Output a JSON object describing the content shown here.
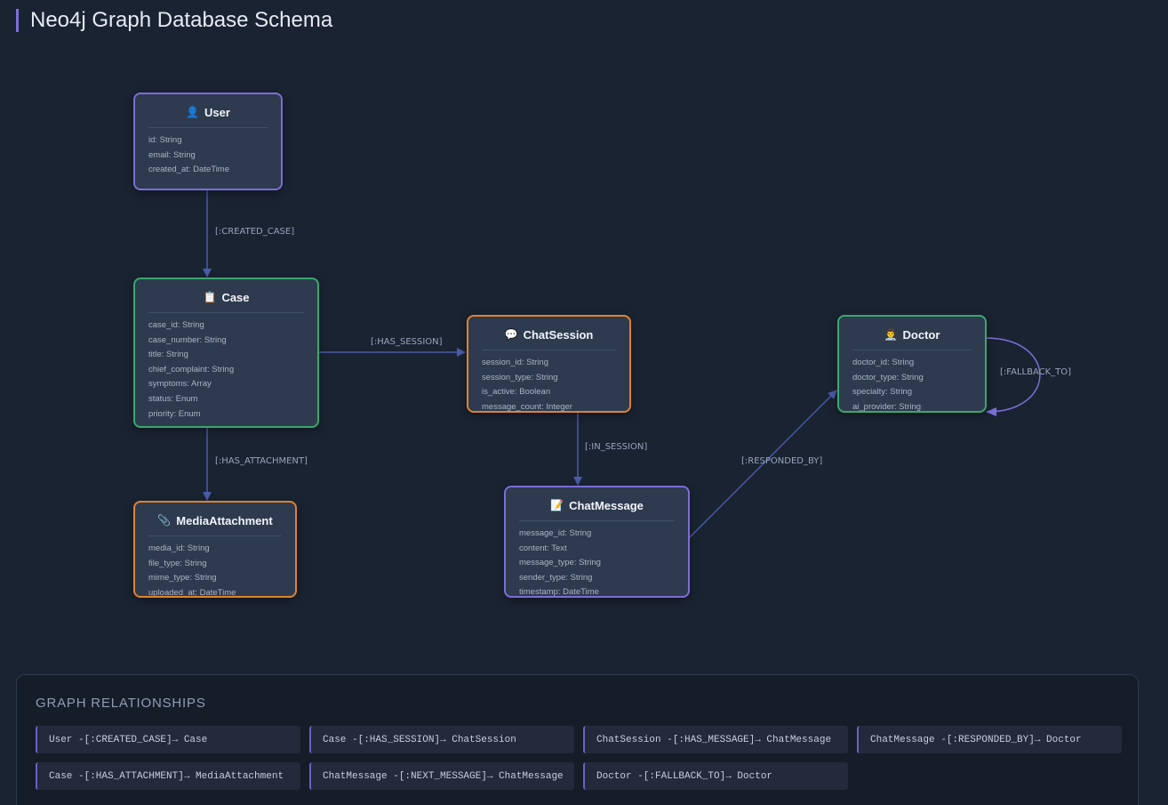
{
  "header": {
    "title": "Neo4j Graph Database Schema"
  },
  "nodes": {
    "user": {
      "icon": "👤",
      "label": "User",
      "props": [
        "id: String",
        "email: String",
        "created_at: DateTime"
      ]
    },
    "case": {
      "icon": "📋",
      "label": "Case",
      "props": [
        "case_id: String",
        "case_number: String",
        "title: String",
        "chief_complaint: String",
        "symptoms: Array",
        "status: Enum",
        "priority: Enum"
      ]
    },
    "media": {
      "icon": "📎",
      "label": "MediaAttachment",
      "props": [
        "media_id: String",
        "file_type: String",
        "mime_type: String",
        "uploaded_at: DateTime"
      ]
    },
    "session": {
      "icon": "💬",
      "label": "ChatSession",
      "props": [
        "session_id: String",
        "session_type: String",
        "is_active: Boolean",
        "message_count: Integer"
      ]
    },
    "message": {
      "icon": "📝",
      "label": "ChatMessage",
      "props": [
        "message_id: String",
        "content: Text",
        "message_type: String",
        "sender_type: String",
        "timestamp: DateTime"
      ]
    },
    "doctor": {
      "icon": "👨‍⚕️",
      "label": "Doctor",
      "props": [
        "doctor_id: String",
        "doctor_type: String",
        "specialty: String",
        "ai_provider: String"
      ]
    }
  },
  "edges": {
    "created_case": "[:CREATED_CASE]",
    "has_session": "[:HAS_SESSION]",
    "has_attachment": "[:HAS_ATTACHMENT]",
    "in_session": "[:IN_SESSION]",
    "responded_by": "[:RESPONDED_BY]",
    "fallback_to": "[:FALLBACK_TO]"
  },
  "relationships": {
    "title": "GRAPH RELATIONSHIPS",
    "items": [
      "User -[:CREATED_CASE]→ Case",
      "Case -[:HAS_SESSION]→ ChatSession",
      "ChatSession -[:HAS_MESSAGE]→ ChatMessage",
      "ChatMessage -[:RESPONDED_BY]→ Doctor",
      "Case -[:HAS_ATTACHMENT]→ MediaAttachment",
      "ChatMessage -[:NEXT_MESSAGE]→ ChatMessage",
      "Doctor -[:FALLBACK_TO]→ Doctor"
    ]
  },
  "colors": {
    "edge": "#4a5ba8",
    "self_edge": "#7a6fd6",
    "purple": "#7b6dd8",
    "green": "#3aa86e",
    "orange": "#e0822f"
  }
}
